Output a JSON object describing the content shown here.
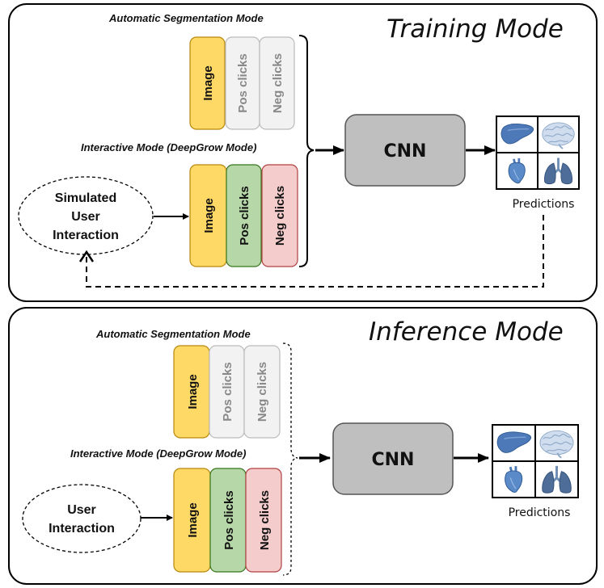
{
  "training": {
    "title": "Training Mode",
    "auto_label": "Automatic Segmentation Mode",
    "interactive_label": "Interactive Mode (DeepGrow Mode)",
    "auto_channels": [
      "Image",
      "Pos clicks",
      "Neg clicks"
    ],
    "interactive_channels": [
      "Image",
      "Pos clicks",
      "Neg clicks"
    ],
    "user_lines": [
      "Simulated",
      "User",
      "Interaction"
    ],
    "cnn": "CNN",
    "predictions": "Predictions"
  },
  "inference": {
    "title": "Inference Mode",
    "auto_label": "Automatic Segmentation Mode",
    "interactive_label": "Interactive Mode (DeepGrow Mode)",
    "auto_channels": [
      "Image",
      "Pos clicks",
      "Neg clicks"
    ],
    "interactive_channels": [
      "Image",
      "Pos clicks",
      "Neg clicks"
    ],
    "user_lines": [
      "User",
      "Interaction"
    ],
    "cnn": "CNN",
    "predictions": "Predictions"
  },
  "colors": {
    "image": "#FFD966",
    "image_stroke": "#B8860B",
    "pos": "#B6D7A8",
    "pos_stroke": "#38761D",
    "neg": "#F4CCCC",
    "neg_stroke": "#B04040",
    "inactive": "#F2F2F2",
    "inactive_stroke": "#BBBBBB",
    "inactive_text": "#888888",
    "cnn": "#BFBFBF"
  },
  "organ_icons": [
    "liver-icon",
    "brain-icon",
    "heart-icon",
    "lungs-icon"
  ]
}
